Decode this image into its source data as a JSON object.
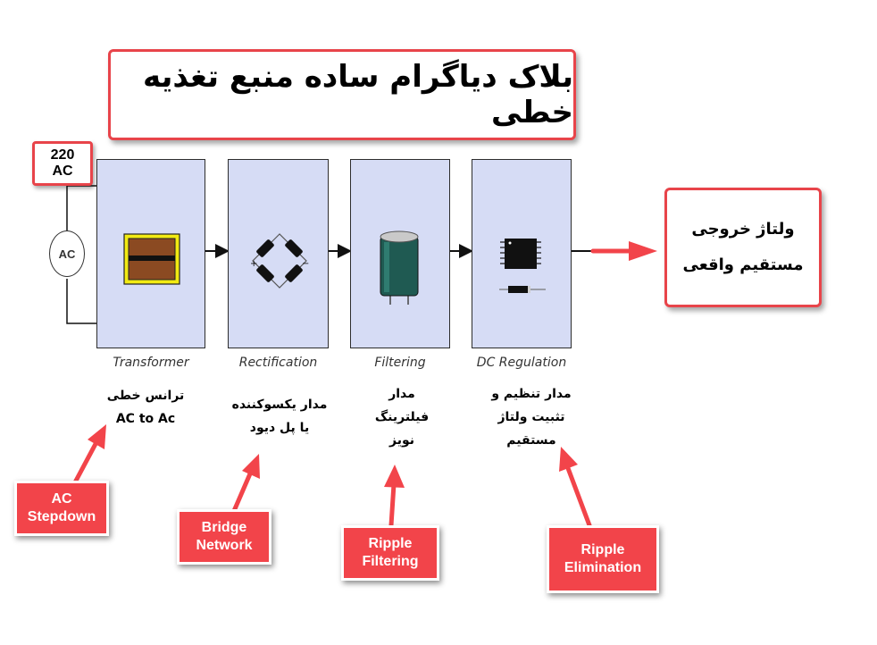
{
  "title": "بلاک دیاگرام ساده منبع تغذیه خطی",
  "input_source": {
    "voltage": "220",
    "type": "AC",
    "symbol": "AC"
  },
  "stages": [
    {
      "label": "Transformer",
      "description": [
        "ترانس خطی",
        "AC to Ac"
      ],
      "callout": [
        "AC",
        "Stepdown"
      ]
    },
    {
      "label": "Rectification",
      "description": [
        "مدار یکسوکننده",
        "یا پل دیود"
      ],
      "callout": [
        "Bridge",
        "Network"
      ]
    },
    {
      "label": "Filtering",
      "description": [
        "مدار",
        "فیلترینگ",
        "نویز"
      ],
      "callout": [
        "Ripple",
        "Filtering"
      ]
    },
    {
      "label": "DC Regulation",
      "description": [
        "مدار  تنظیم و",
        "تثبیت ولتاژ",
        "مستقیم"
      ],
      "callout": [
        "Ripple",
        "Elimination"
      ]
    }
  ],
  "output": [
    "ولتاژ خروجی",
    "مستقیم واقعی"
  ],
  "colors": {
    "accent": "#f2444a",
    "stage_fill": "#d6dcf5"
  }
}
